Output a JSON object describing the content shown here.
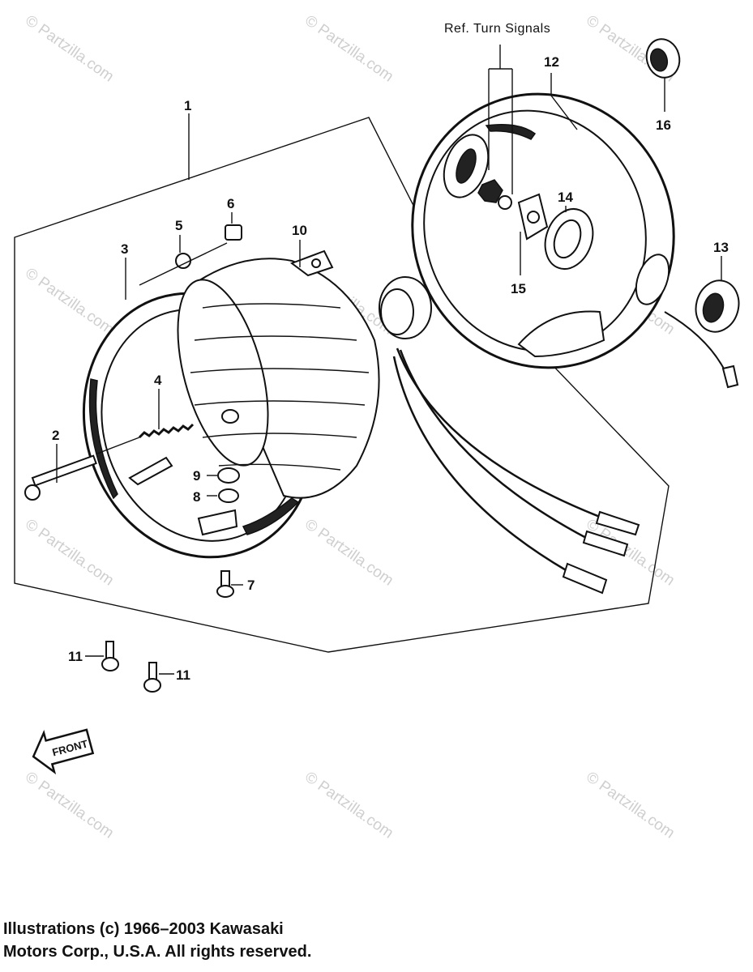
{
  "diagram": {
    "ref_note": "Ref. Turn Signals",
    "front_label": "FRONT",
    "watermark": "© Partzilla.com",
    "callouts": {
      "p1": "1",
      "p2": "2",
      "p3": "3",
      "p4": "4",
      "p5": "5",
      "p6": "6",
      "p7": "7",
      "p8": "8",
      "p9": "9",
      "p10": "10",
      "p11a": "11",
      "p11b": "11",
      "p12": "12",
      "p13": "13",
      "p14": "14",
      "p15": "15",
      "p16": "16"
    }
  },
  "copyright": {
    "line1": "Illustrations (c) 1966–2003 Kawasaki",
    "line2": "Motors Corp., U.S.A.  All rights reserved."
  }
}
